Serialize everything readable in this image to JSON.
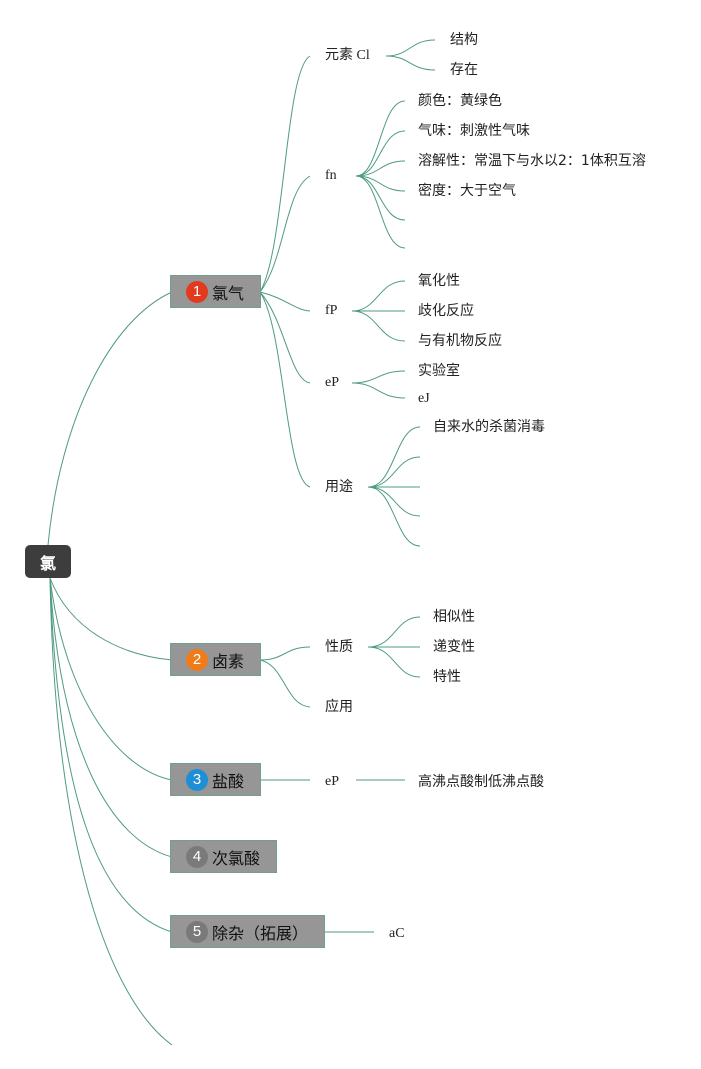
{
  "root": "氯",
  "colors": {
    "link": "#4f9a83",
    "badge_1": "#e23a1e",
    "badge_2": "#ef7b1a",
    "badge_3": "#1e8fd6",
    "badge_4": "#7a7a7a",
    "badge_5": "#7a7a7a"
  },
  "branches": [
    {
      "num": "1",
      "label": "氯气"
    },
    {
      "num": "2",
      "label": "卤素"
    },
    {
      "num": "3",
      "label": "盐酸"
    },
    {
      "num": "4",
      "label": "次氯酸"
    },
    {
      "num": "5",
      "label": "除杂（拓展）"
    }
  ],
  "chlorine": {
    "element": {
      "label": "元素 Cl",
      "children": [
        "结构",
        "存在"
      ]
    },
    "physical": {
      "label": "fn",
      "children": [
        "颜色：黄绿色",
        "气味：刺激性气味",
        "溶解性：常温下与水以2：1体积互溶",
        "密度：大于空气",
        "",
        ""
      ]
    },
    "chemical": {
      "label": "fP",
      "children": [
        "氧化性",
        "歧化反应",
        "与有机物反应"
      ]
    },
    "preparation": {
      "label": "eP",
      "children": [
        "实验室",
        "eJ"
      ]
    },
    "uses": {
      "label": "用途",
      "children": [
        "自来水的杀菌消毒",
        "",
        "",
        "",
        ""
      ]
    }
  },
  "halogen": {
    "properties": {
      "label": "性质",
      "children": [
        "相似性",
        "递变性",
        "特性"
      ]
    },
    "application": {
      "label": "应用"
    }
  },
  "hcl": {
    "label": "eP",
    "child": "高沸点酸制低沸点酸"
  },
  "purify": {
    "label": "aC"
  }
}
